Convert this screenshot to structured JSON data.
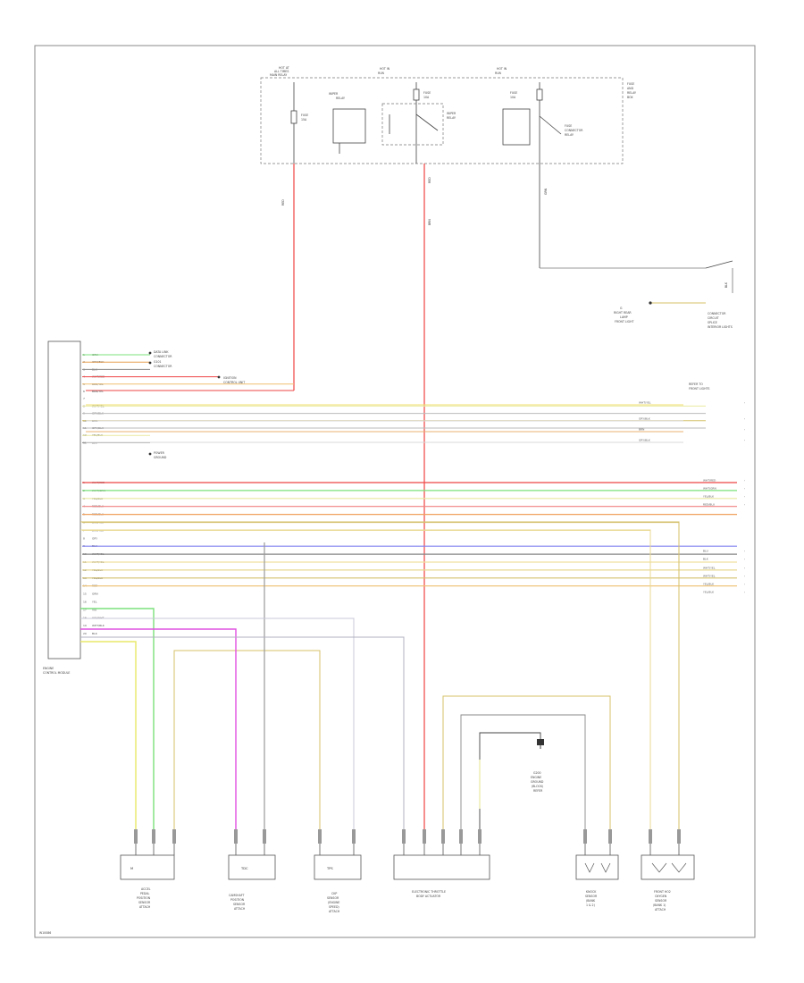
{
  "fuse_box": {
    "col1": [
      "HOT AT",
      "ALL TIMES",
      "MAIN RELAY"
    ],
    "col2": [
      "HOT IN",
      "RUN"
    ],
    "col3": [
      "HOT IN",
      "RUN"
    ],
    "side": [
      "FUSE",
      "AND",
      "RELAY",
      "BOX"
    ],
    "fuse1": [
      "FUSE",
      "15A"
    ],
    "relay_mid": [
      "WIPER",
      "RELAY"
    ],
    "fuse2": [
      "FUSE",
      "10A"
    ],
    "relay2": [
      "WIPER",
      "RELAY"
    ],
    "fuse3": [
      "FUSE",
      "10A"
    ],
    "relay3": [
      "FUSE",
      "CONNECTOR",
      "RELAY"
    ]
  },
  "wire_labels": {
    "w1": "RED",
    "w2": "BRN",
    "w3": "GRN",
    "w4": "BLK"
  },
  "right_refs": {
    "r1": [
      "G",
      "RIGHT REAR",
      "LAMP",
      "FRONT LIGHT"
    ],
    "r2": [
      "CONNECTOR",
      "CIRCUIT",
      "SPLICE",
      "INTERIOR LIGHTS"
    ],
    "r3": [
      "REFER TO",
      "FRONT LIGHTS"
    ]
  },
  "ecm": {
    "name": [
      "ENGINE",
      "CONTROL MODULE"
    ],
    "pins_top": [
      "1",
      "2",
      "3",
      "4",
      "5",
      "6",
      "7",
      "8",
      "9",
      "10",
      "11",
      "12",
      "13"
    ],
    "pins_bot": [
      "1",
      "2",
      "3",
      "4",
      "5",
      "6",
      "7",
      "8",
      "9",
      "10",
      "11",
      "12",
      "13",
      "14",
      "15",
      "16",
      "17",
      "18",
      "19",
      "20"
    ],
    "wires_top": [
      "GRN",
      "ORN/BLK",
      "BLK",
      "WHT/RED",
      "RED/YEL",
      "BRN/YEL",
      "",
      "WHT/YEL",
      "GRY/BLK",
      "BRN",
      "GRY/BLK",
      "YEL/BLK",
      "BLK"
    ],
    "wires_bot": [
      "WHT/RED",
      "WHT/GRN",
      "YEL/BLK",
      "RED/BLU",
      "RED/BLU",
      "BRN/YEL",
      "BRN/YEL",
      "GRY",
      "BLU",
      "WHT/YEL",
      "WHT/YEL",
      "YEL/BLK",
      "YEL/BLK",
      "RED",
      "GRN",
      "YEL",
      "VIO",
      "VIO/WHT",
      "WHT/BLK",
      "BLK"
    ],
    "notes": [
      "DATA LINK",
      "CONNECTOR",
      "G101",
      "CONNECTOR",
      "IGNITION",
      "CONTROL UNIT",
      "POWER",
      "GROUND"
    ]
  },
  "right_line_labels": [
    "WHT/YEL",
    "GRY/BLK",
    "BRN",
    "GRY/BLK",
    "WHT/RED",
    "WHT/GRN",
    "YEL/BLK",
    "RED/BLU",
    "BLU",
    "BLK",
    "WHT/YEL",
    "WHT/YEL",
    "YEL/BLK",
    "YEL/BLK"
  ],
  "sensors": {
    "s1": {
      "box": "M",
      "label": [
        "ACCEL",
        "PEDAL",
        "POSITION",
        "SENSOR",
        "ATTACH"
      ]
    },
    "s2": {
      "box": "TDC",
      "label": [
        "CAMSHAFT",
        "POSITION",
        "SENSOR",
        "ATTACH"
      ]
    },
    "s3": {
      "box": "TPS",
      "label": [
        "CKP",
        "SENSOR",
        "(ENGINE",
        "SPEED)",
        "ATTACH"
      ]
    },
    "s4": {
      "box": "",
      "label": [
        "ELECTRONIC THROTTLE",
        "BODY ACTUATOR"
      ]
    },
    "s5": {
      "box": "",
      "label": [
        "KNOCK",
        "SENSOR",
        "(BANK",
        "1 & 2)"
      ]
    },
    "s6": {
      "box": "",
      "label": [
        "FRONT HO2",
        "OXYGEN",
        "SENSOR",
        "(BANK 1)",
        "ATTACH"
      ]
    }
  },
  "ground": [
    "G200",
    "ENGINE",
    "GROUND",
    "(BLOCK)",
    "REFER"
  ],
  "footer": "W10086"
}
